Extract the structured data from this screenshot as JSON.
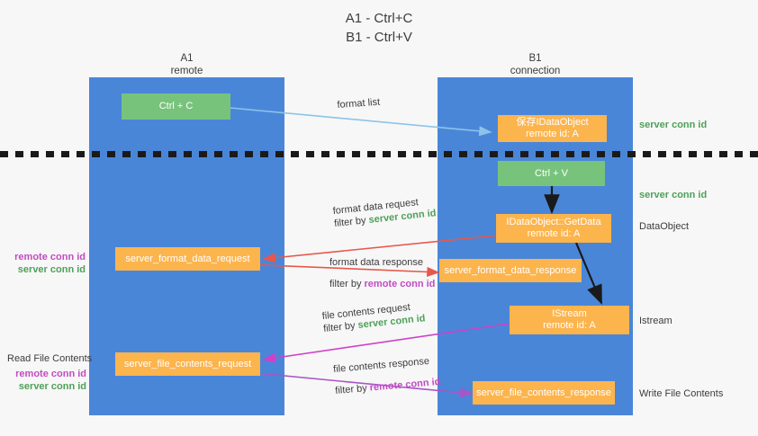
{
  "title": {
    "line1": "A1 - Ctrl+C",
    "line2": "B1 - Ctrl+V"
  },
  "columns": [
    {
      "name": "A1",
      "sub": "remote"
    },
    {
      "name": "B1",
      "sub": "connection"
    }
  ],
  "boxes": {
    "ctrl_c": "Ctrl + C",
    "ctrl_v": "Ctrl + V",
    "save_idataobject": "保存IDataObject\nremote id: A",
    "getdata": "IDataObject::GetData\nremote id: A",
    "istream": "IStream\nremote id: A",
    "server_format_data_request": "server_format_data_request",
    "server_format_data_response": "server_format_data_response",
    "server_file_contents_request": "server_file_contents_request",
    "server_file_contents_response": "server_file_contents_response"
  },
  "edge_labels": {
    "format_list": "format list",
    "format_data_request": "format data request",
    "format_data_request_filter_prefix": "filter by",
    "format_data_request_filter_key": "server conn id",
    "format_data_response": "format data response",
    "format_data_response_filter_prefix": "filter by",
    "format_data_response_filter_key": "remote conn id",
    "file_contents_request": "file contents request",
    "file_contents_request_filter_prefix": "filter by",
    "file_contents_request_filter_key": "server conn id",
    "file_contents_response": "file contents response",
    "file_contents_response_filter_prefix": "filter by",
    "file_contents_response_filter_key": "remote conn id"
  },
  "right_labels": {
    "server_conn_id_1": "server conn id",
    "server_conn_id_2": "server conn id",
    "dataobject": "DataObject",
    "istream": "Istream",
    "write_file_contents": "Write File Contents"
  },
  "left_labels": {
    "remote_conn_id_1": "remote conn id",
    "server_conn_id_1": "server conn id",
    "read_file_contents": "Read File Contents",
    "remote_conn_id_2": "remote conn id",
    "server_conn_id_2": "server conn id"
  },
  "colors": {
    "lane": "#4a86d8",
    "green_box": "#78c37c",
    "orange_box": "#fcb44d",
    "green_text": "#4fa05a",
    "purple_text": "#c24bc2",
    "light_blue_arrow": "#8cc4e8",
    "red_arrow": "#e8574a",
    "magenta_arrow": "#d040c8",
    "purple_arrow": "#a855c8",
    "black_arrow": "#1a1a1a",
    "background": "#f7f7f7"
  }
}
